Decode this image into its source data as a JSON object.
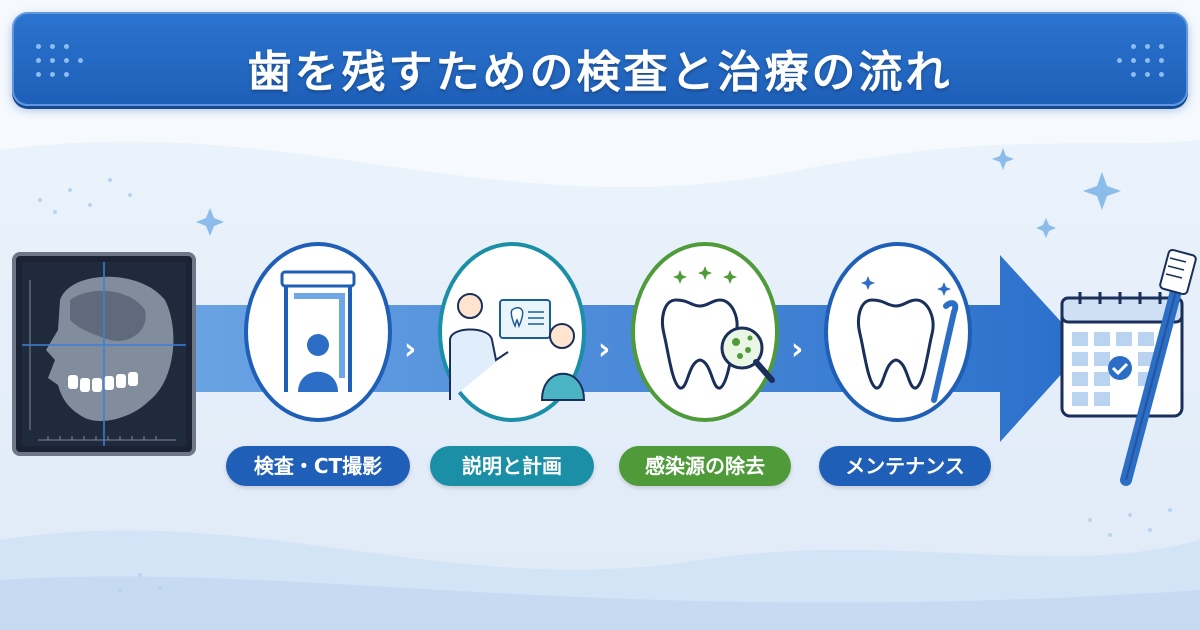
{
  "title": "歯を残すための検査と治療の流れ",
  "steps": [
    {
      "label": "検査・CT撮影",
      "icon": "ct-scanner-icon",
      "color": "#1f5fb7"
    },
    {
      "label": "説明と計画",
      "icon": "consultation-icon",
      "color": "#1b8fa6"
    },
    {
      "label": "感染源の除去",
      "icon": "tooth-bacteria-magnifier-icon",
      "color": "#4f9b3a"
    },
    {
      "label": "メンテナンス",
      "icon": "tooth-dental-tool-icon",
      "color": "#1f5fb7"
    }
  ],
  "colors": {
    "primary": "#2166c4",
    "arrow": "#2f78d0",
    "teal": "#1b8fa6",
    "green": "#4f9b3a",
    "navy": "#1a2f5a"
  }
}
